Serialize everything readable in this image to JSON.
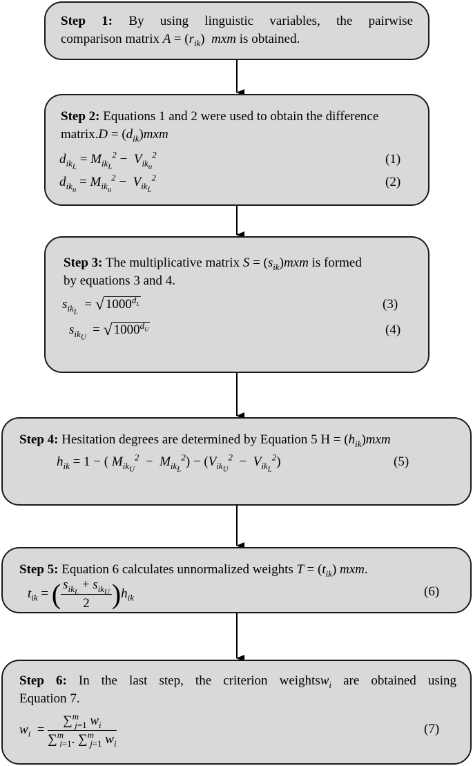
{
  "steps": [
    {
      "label": "Step 1:",
      "text_a": "By using linguistic variables, the pairwise",
      "text_b_pre": "comparison matrix ",
      "text_b_post": " is obtained.",
      "eq_matrix": "A = (r_ik) mxm"
    },
    {
      "label": "Step 2:",
      "text": "Equations 1 and 2 were used to obtain the difference",
      "text_b_pre": "matrix.",
      "eq_matrix": "D = (d_ik)mxm",
      "equations": [
        {
          "formula": "d_ikL = M_ikL^2 − V_iku^2",
          "number": "(1)"
        },
        {
          "formula": "d_iku = M_iku^2 − V_ikL^2",
          "number": "(2)"
        }
      ]
    },
    {
      "label": "Step 3:",
      "text_a_pre": "The multiplicative matrix ",
      "text_a_post": " is formed",
      "text_b": "by equations 3 and 4.",
      "eq_matrix": "S = (s_ik)mxm",
      "equations": [
        {
          "formula": "s_ikL = √(1000^dL)",
          "number": "(3)"
        },
        {
          "formula": "s_ikU = √(1000^dU)",
          "number": "(4)"
        }
      ]
    },
    {
      "label": "Step 4:",
      "text": "Hesitation degrees are determined by Equation 5 H = ",
      "eq_matrix": "(h_ik)mxm",
      "equations": [
        {
          "formula": "h_ik = 1 − (M_ikU^2 − M_ikL^2) − (V_ikU^2 − V_ikL^2)",
          "number": "(5)"
        }
      ]
    },
    {
      "label": "Step 5:",
      "text": "Equation 6 calculates unnormalized weights ",
      "eq_matrix": "T = (t_ik) mxm.",
      "equations": [
        {
          "formula": "t_ik = ((s_ikL + s_ikU) / 2) h_ik",
          "number": "(6)"
        }
      ]
    },
    {
      "label": "Step 6:",
      "text_a_pre": "In the last step, the criterion weights",
      "text_a_post": " are obtained using",
      "text_b": "Equation 7.",
      "eq_var": "w_i",
      "equations": [
        {
          "formula": "w_i = Σ_{j=1}^m w_i / Σ_{i=1}^m . Σ_{j=1}^m w_i",
          "number": "(7)"
        }
      ]
    }
  ]
}
